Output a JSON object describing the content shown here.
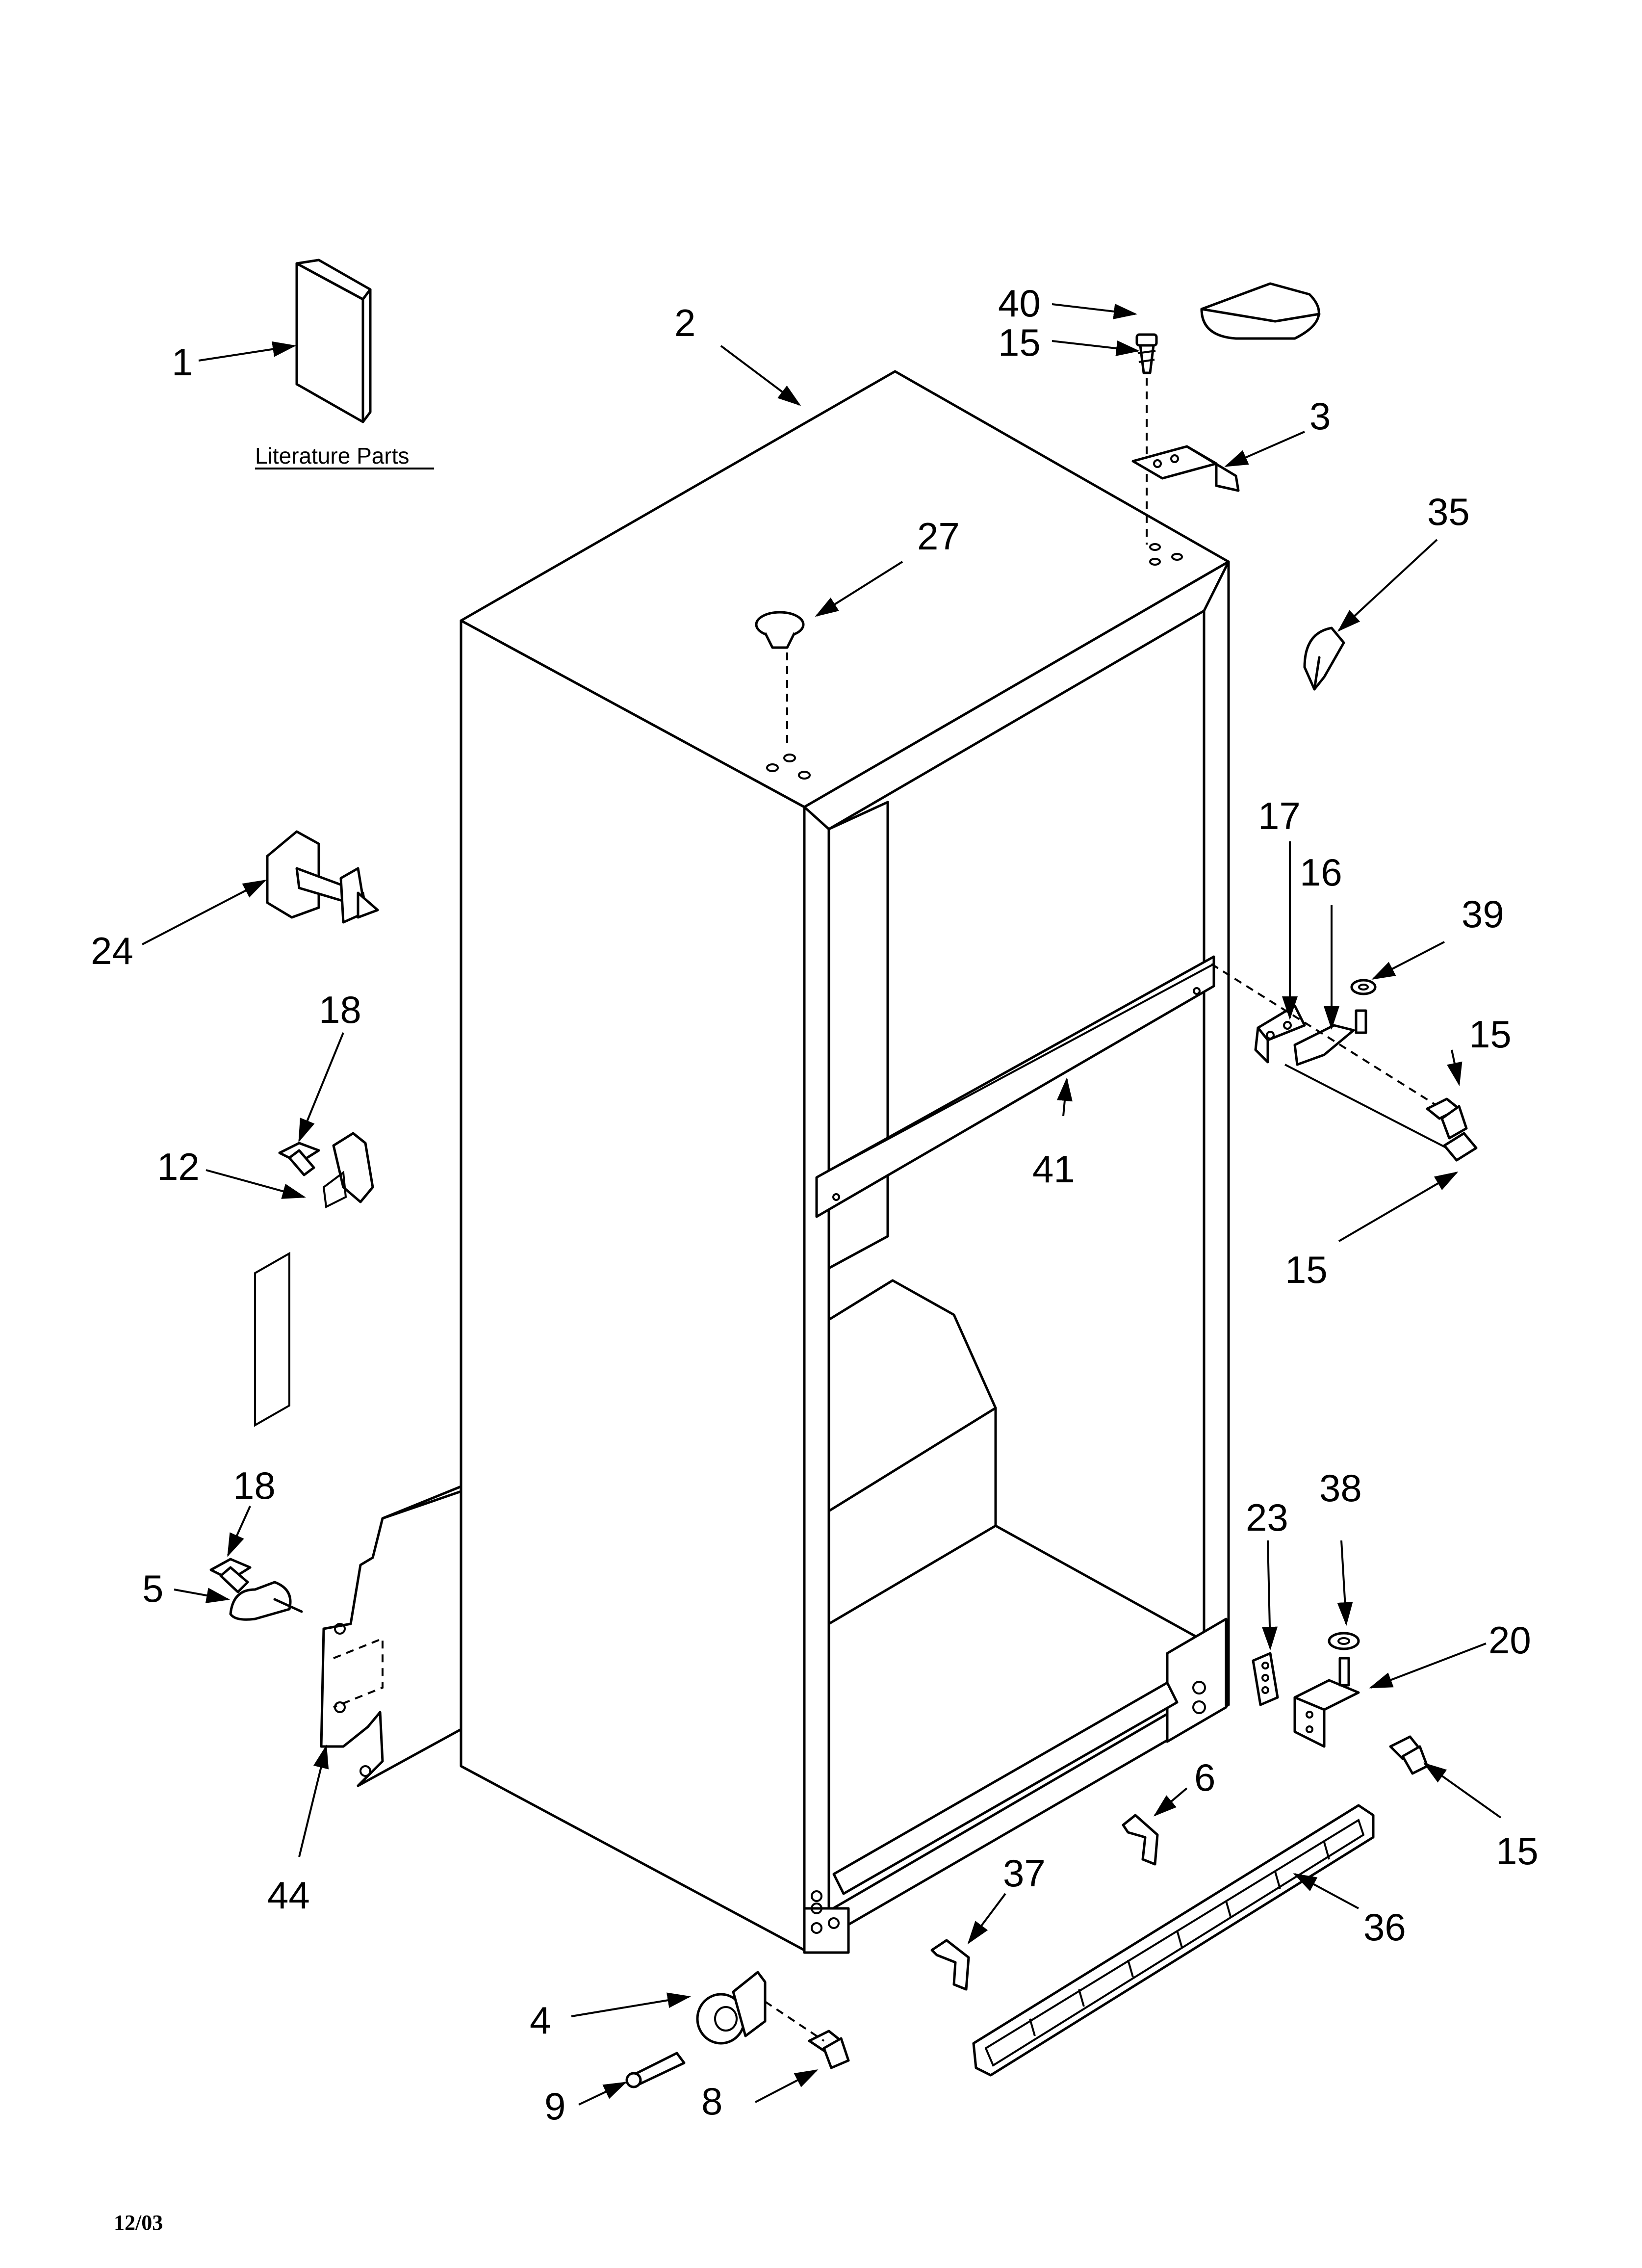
{
  "literature_label": "Literature Parts",
  "date_code": "12/03",
  "callouts": {
    "c1": "1",
    "c2": "2",
    "c3": "3",
    "c4": "4",
    "c5": "5",
    "c6": "6",
    "c8": "8",
    "c9": "9",
    "c12": "12",
    "c15a": "15",
    "c15b": "15",
    "c15c": "15",
    "c15d": "15",
    "c16": "16",
    "c17": "17",
    "c18a": "18",
    "c18b": "18",
    "c20": "20",
    "c23": "23",
    "c24": "24",
    "c27": "27",
    "c35": "35",
    "c36": "36",
    "c37": "37",
    "c38": "38",
    "c39": "39",
    "c40": "40",
    "c41": "41",
    "c44": "44"
  }
}
